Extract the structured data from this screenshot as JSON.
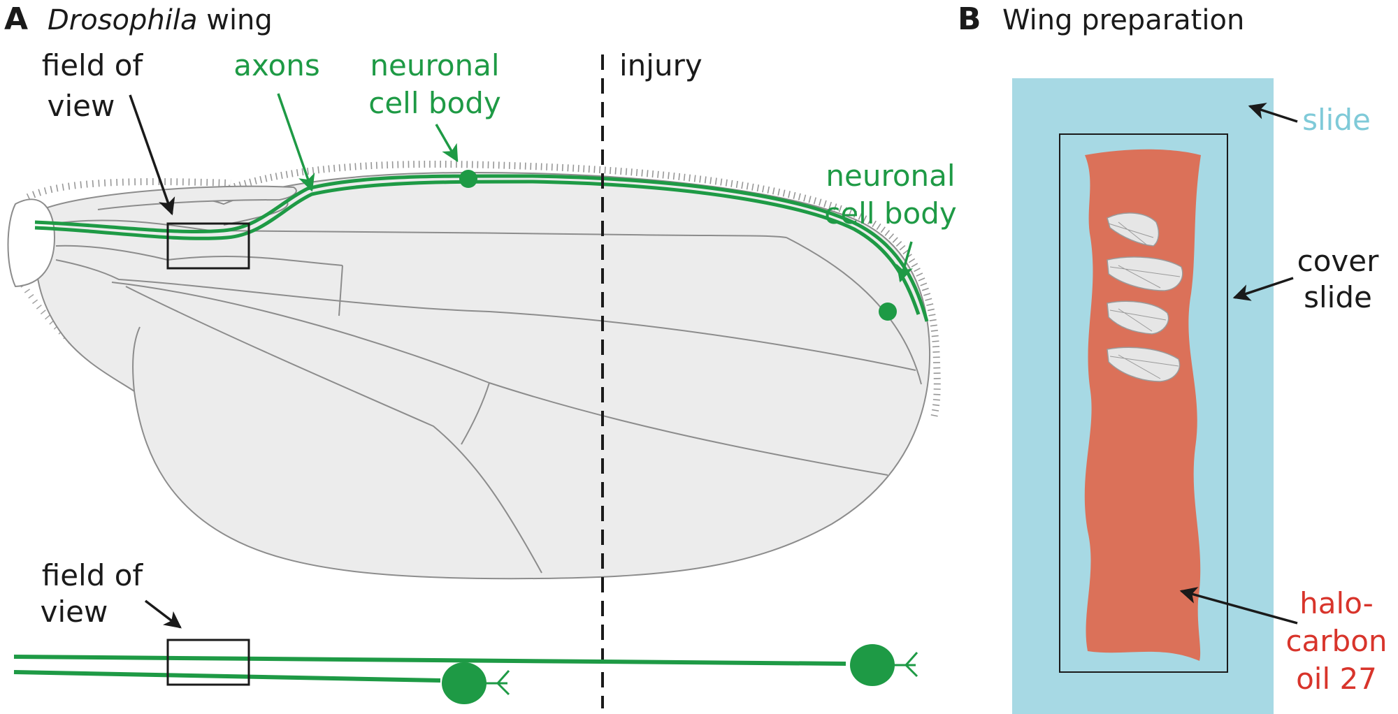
{
  "panel_a": {
    "letter": "A",
    "title_italic": "Drosophila",
    "title_rest": " wing",
    "labels": {
      "field_of_view_top_1": "field of",
      "field_of_view_top_2": "view",
      "axons": "axons",
      "cell_body_1_line1": "neuronal",
      "cell_body_1_line2": "cell body",
      "cell_body_2_line1": "neuronal",
      "cell_body_2_line2": "cell body",
      "injury": "injury",
      "field_of_view_bottom_1": "field of",
      "field_of_view_bottom_2": "view"
    }
  },
  "panel_b": {
    "letter": "B",
    "title": "Wing preparation",
    "labels": {
      "slide": "slide",
      "cover_1": "cover",
      "cover_2": "slide",
      "oil_1": "halo-",
      "oil_2": "carbon",
      "oil_3": "oil 27"
    }
  },
  "colors": {
    "neuron_green": "#1e9a45",
    "slide_blue": "#a7d9e4",
    "slide_text_blue": "#7fcad8",
    "oil_red": "#db7159",
    "oil_text_red": "#d8342b",
    "wing_gray": "#ececec",
    "vein_gray": "#8c8c8c",
    "text_black": "#1a1a1a"
  }
}
